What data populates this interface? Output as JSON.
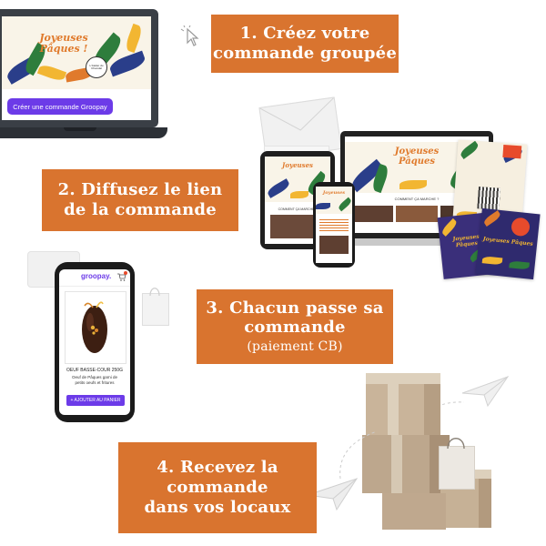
{
  "steps": [
    {
      "line1": "1. Créez votre",
      "line2": "commande groupée"
    },
    {
      "line1": "2. Diffusez le lien",
      "line2": "de la commande"
    },
    {
      "line1": "3. Chacun passe sa",
      "line2": "commande",
      "line3": "(paiement CB)"
    },
    {
      "line1": "4. Recevez la",
      "line2": "commande",
      "line3": "dans vos locaux"
    }
  ],
  "laptop": {
    "headline_1": "Joyeuses",
    "headline_2": "Pâques !",
    "brand": "L'Atelier du Chocolat",
    "cta_label": "Créer une commande Groopay"
  },
  "devices": {
    "headline_1": "Joyeuses",
    "headline_2": "Pâques",
    "section_label": "COMMENT ÇA MARCHE ?",
    "flyer_title": "Joyeuses Pâques"
  },
  "phone": {
    "brand": "groopay.",
    "product_name": "OEUF BASSE-COUR 250G",
    "product_desc": "Oeuf de Pâques garni de petits oeufs et fritures",
    "add_label": "+ AJOUTER AU PANIER"
  },
  "colors": {
    "label_orange": "#d9742f",
    "purple": "#6c3be8",
    "box_tan": "#c9b49a",
    "leaf_green": "#2e7d3c",
    "leaf_blue": "#2a3e8a",
    "leaf_yellow": "#f2b632",
    "leaf_orange": "#e07a2c"
  }
}
